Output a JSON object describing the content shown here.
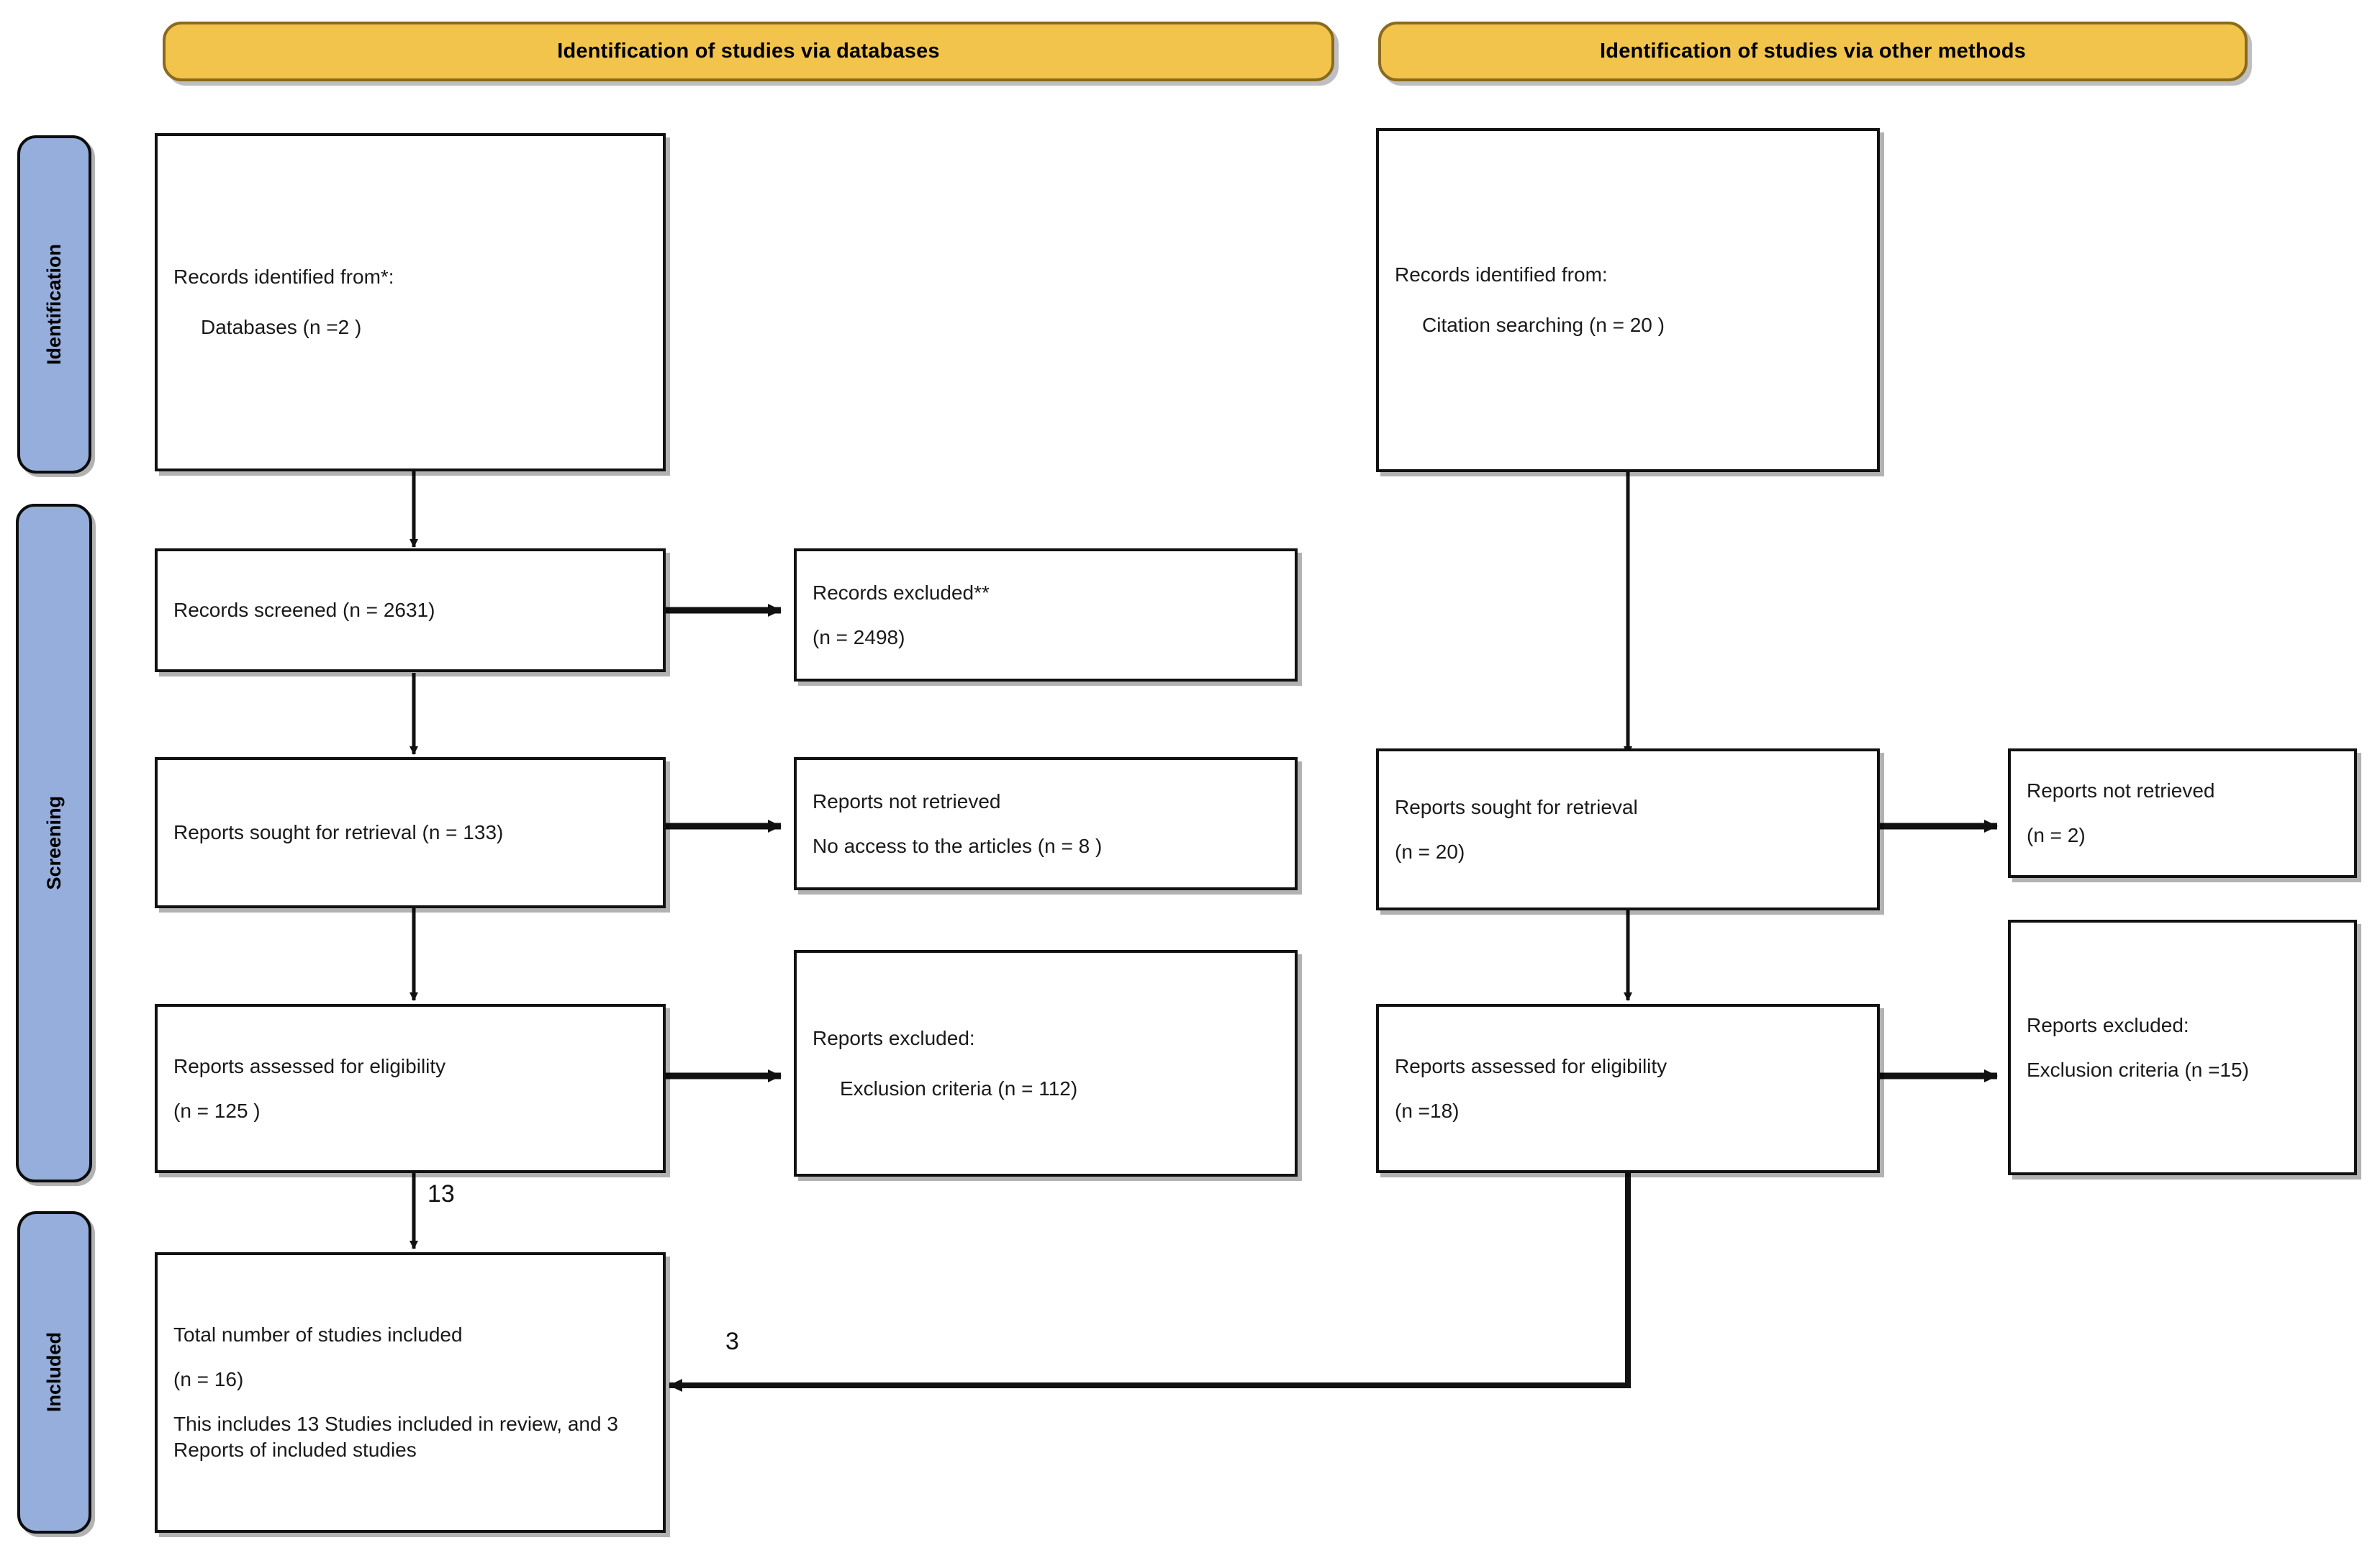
{
  "diagram": {
    "type": "prisma-flow-diagram",
    "title_bars": [
      {
        "id": "databases",
        "label": "Identification of studies via databases"
      },
      {
        "id": "other-methods",
        "label": "Identification of studies via other methods"
      }
    ],
    "stages": [
      {
        "id": "identification",
        "label": "Identification"
      },
      {
        "id": "screening",
        "label": "Screening"
      },
      {
        "id": "included",
        "label": "Included"
      }
    ],
    "colors": {
      "header_fill": "#f2c44c",
      "header_border": "#8a6a1e",
      "stage_fill": "#96aedb",
      "stage_border": "#0d0d0d",
      "box_fill": "#ffffff",
      "box_border": "#111111",
      "text": "#1a1a1a"
    },
    "boxes": {
      "db_identified": {
        "line1": "Records identified from*:",
        "line2": "Databases (n =2 )"
      },
      "db_screened": {
        "line1": "Records screened (n = 2631)"
      },
      "db_excluded": {
        "line1": "Records excluded**",
        "line2": "(n = 2498)"
      },
      "db_sought": {
        "line1": "Reports sought for retrieval (n = 133)"
      },
      "db_not_retrieved": {
        "line1": "Reports not retrieved",
        "line2": "No access to the articles (n = 8 )"
      },
      "db_eligibility": {
        "line1": "Reports assessed for eligibility",
        "line2": "(n = 125 )"
      },
      "db_reports_excluded": {
        "line1": "Reports excluded:",
        "line2": "Exclusion criteria (n = 112)"
      },
      "total_included": {
        "line1": "Total number of studies included",
        "line2": "(n = 16)",
        "line3": "This includes 13 Studies included in review, and 3 Reports of included studies"
      },
      "other_identified": {
        "line1": "Records identified from:",
        "line2": "Citation searching (n = 20 )"
      },
      "other_sought": {
        "line1": "Reports sought for retrieval",
        "line2": "(n = 20)"
      },
      "other_not_retrieved": {
        "line1": "Reports not retrieved",
        "line2": "(n = 2)"
      },
      "other_eligibility": {
        "line1": "Reports assessed for eligibility",
        "line2": "(n =18)"
      },
      "other_reports_excluded": {
        "line1": "Reports excluded:",
        "line2": "Exclusion criteria (n =15)"
      }
    },
    "edge_labels": {
      "db_to_included": "13",
      "other_to_included": "3"
    }
  }
}
